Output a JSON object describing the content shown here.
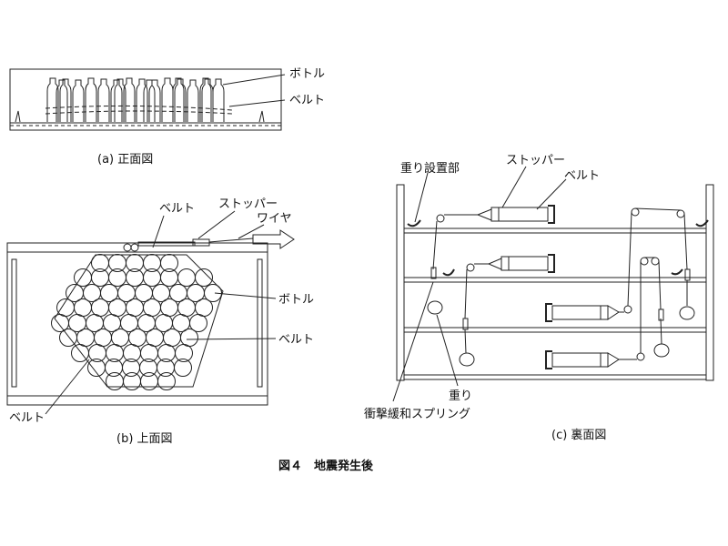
{
  "panel_a": {
    "caption": "(a) 正面図",
    "labels": {
      "bottle": "ボトル",
      "belt": "ベルト"
    }
  },
  "panel_b": {
    "caption": "(b) 上面図",
    "labels": {
      "belt_top": "ベルト",
      "stopper": "ストッパー",
      "wire": "ワイヤ",
      "bottle": "ボトル",
      "belt_right": "ベルト",
      "belt_left": "ベルト"
    }
  },
  "panel_c": {
    "caption": "(c) 裏面図",
    "labels": {
      "weight_mount": "重り設置部",
      "stopper": "ストッパー",
      "belt": "ベルト",
      "weight": "重り",
      "spring": "衝撃緩和スプリング"
    }
  },
  "figure_title": "図４　地震発生後"
}
